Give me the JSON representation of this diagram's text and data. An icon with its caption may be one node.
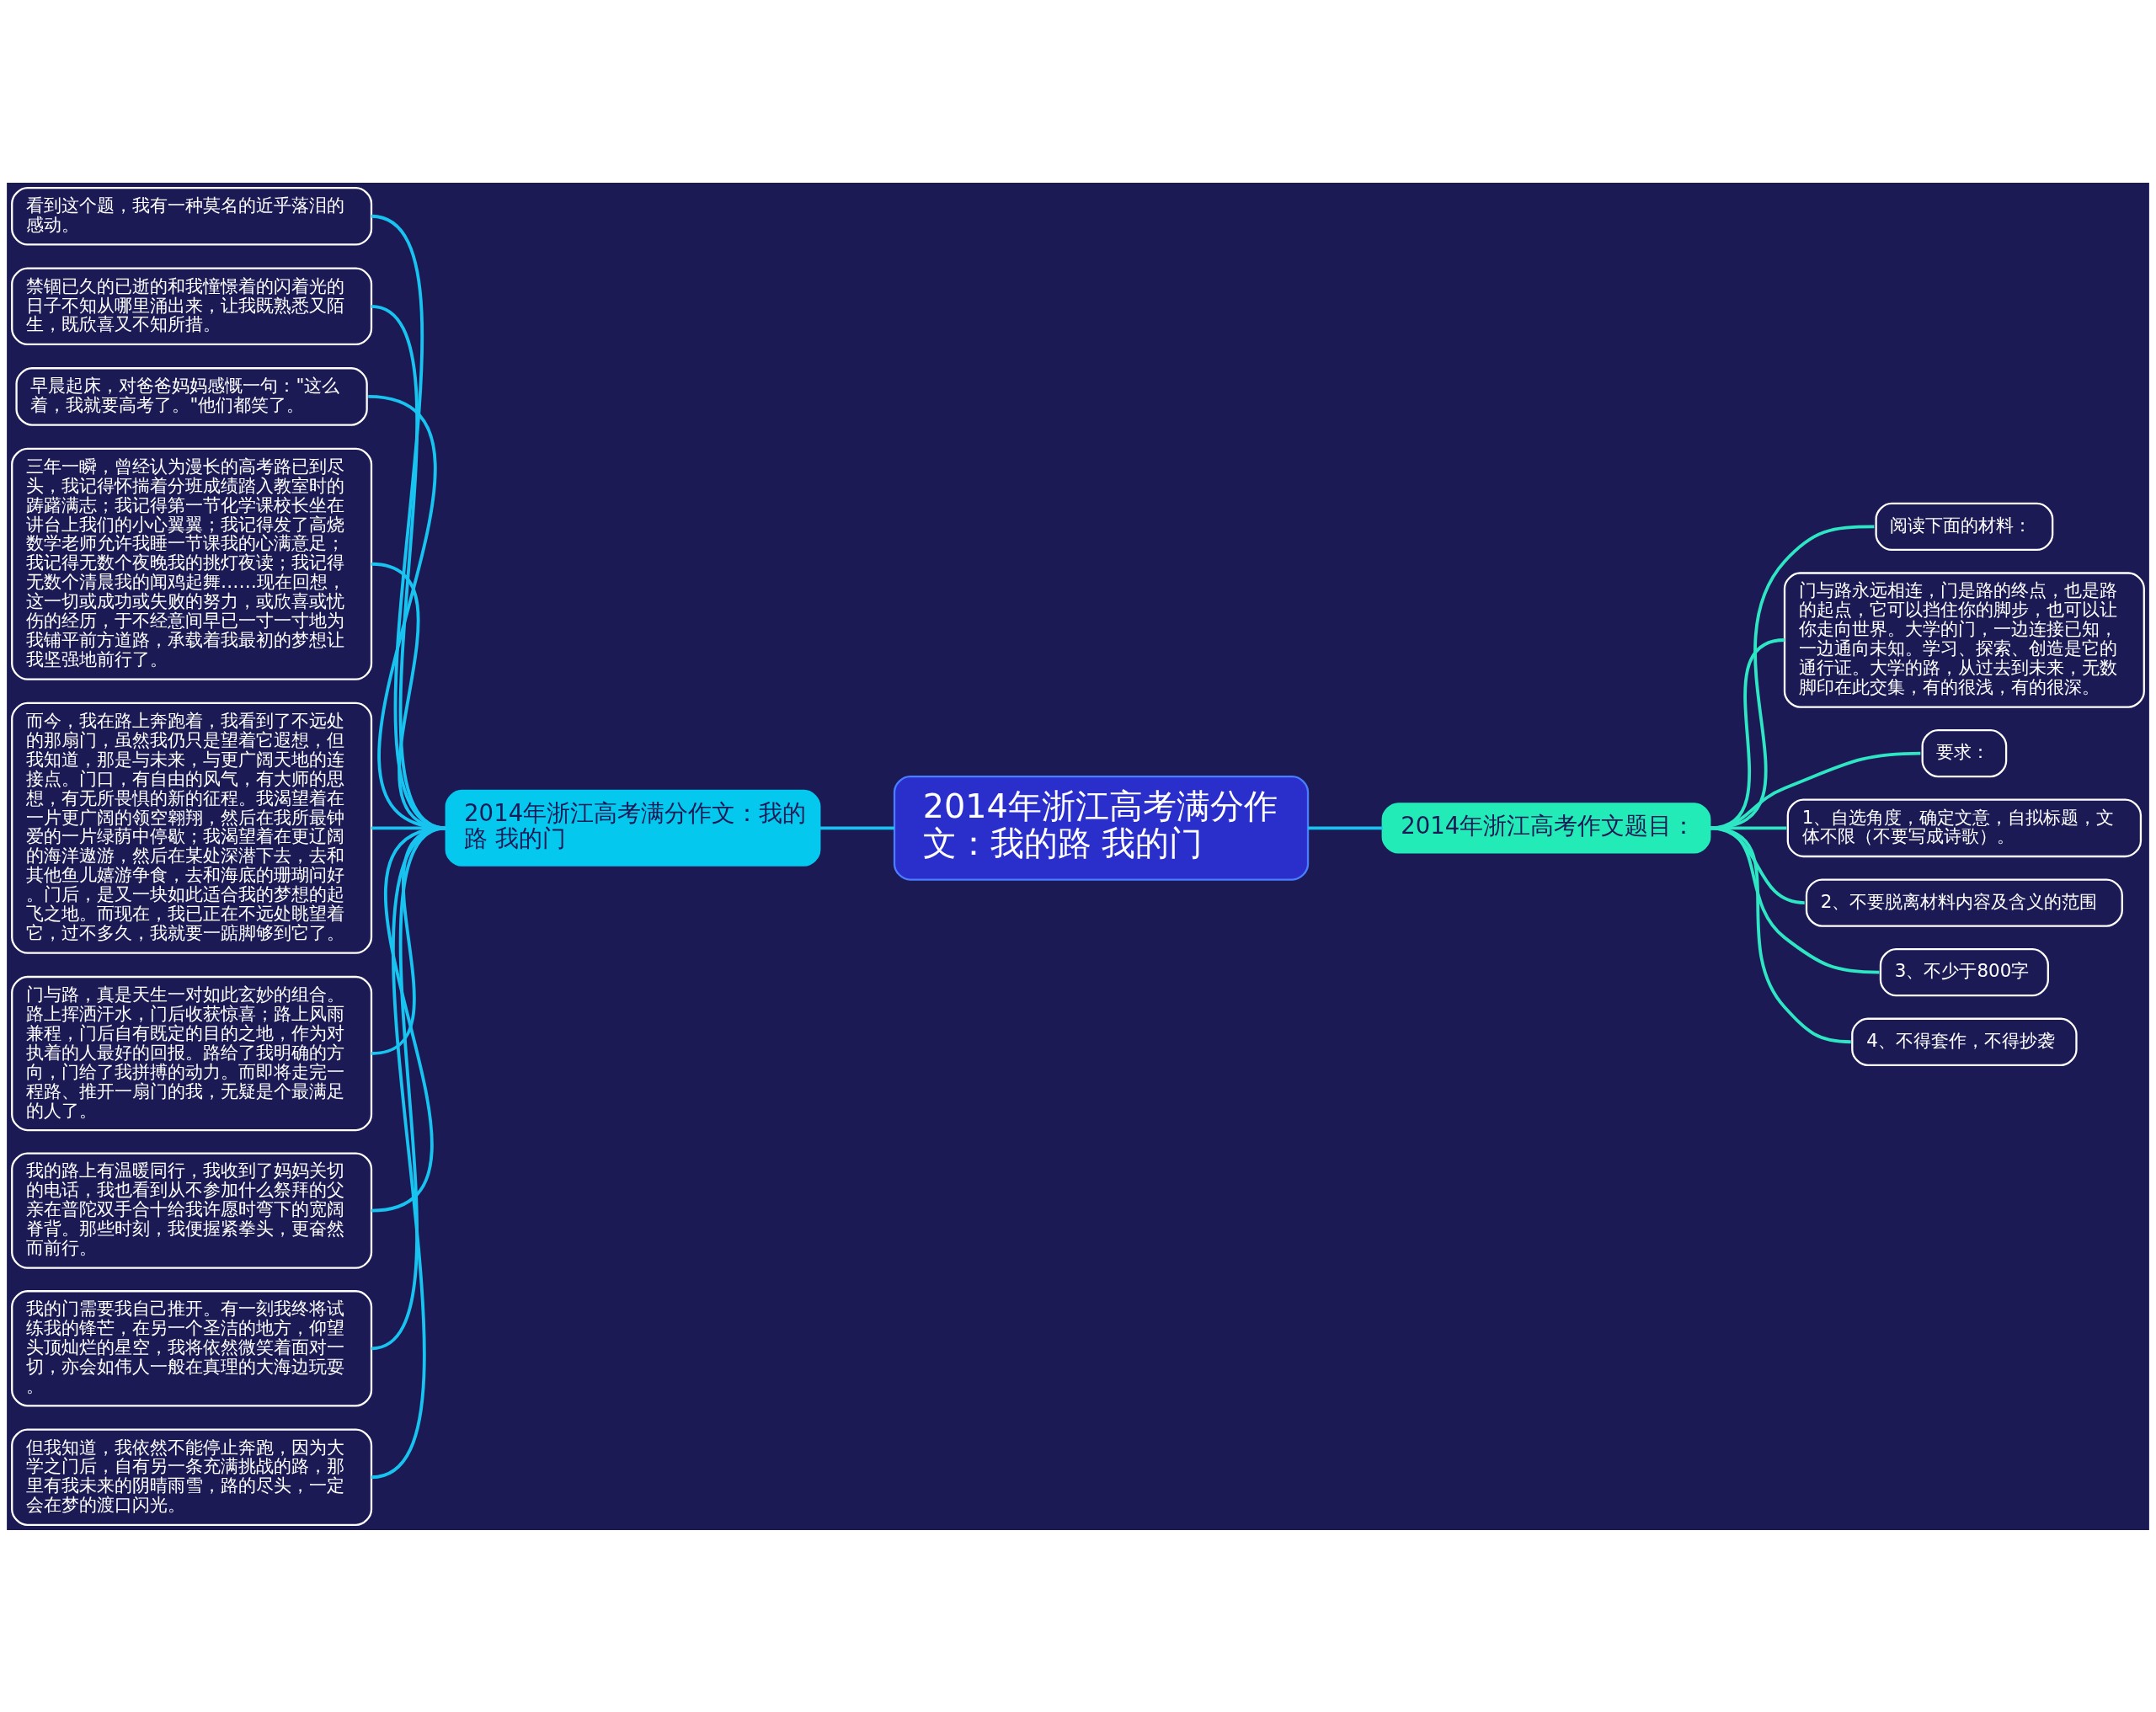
{
  "diagram": {
    "nodes": [
      {
        "text": [
          "2014年浙江高考满分作文：我的路 我的门"
        ]
      },
      {
        "text": [
          "2014年浙江高考满分作文：我的路 我的门"
        ]
      },
      {
        "text": [
          "看到这个题，我有一种莫名的近乎落泪的感动。"
        ]
      },
      {
        "text": [
          "禁锢已久的已逝的和我憧憬着的闪着光的日子不知从哪里涌出来，让我既熟悉又陌生，既欣喜又不知所措。"
        ]
      },
      {
        "text": [
          "早晨起床，对爸爸妈妈感慨一句：\"这么着，我就要高考了。\"他们都笑了。"
        ]
      },
      {
        "text": [
          "三年一瞬，曾经认为漫长的高考路已到尽头，我记得怀揣着分班成绩踏入教室时的踌躇满志；我记得第一节化学课校长坐在讲台上我们的小心翼翼；我记得发了高烧数学老师允许我睡一节课我的心满意足；我记得无数个夜晚我的挑灯夜读；我记得无数个清晨我的闻鸡起舞……现在回想，这一切或成功或失败的努力，或欣喜或忧伤的经历，于不经意间早已一寸一寸地为我铺平前方道路，承载着我最初的梦想让我坚强地前行了。"
        ]
      },
      {
        "text": [
          "而今，我在路上奔跑着，我看到了不远处的那扇门，虽然我仍只是望着它遐想，但我知道，那是与未来，与更广阔天地的连接点。门口，有自由的风气，有大师的思想，有无所畏惧的新的征程。我渴望着在一片更广阔的领空翱翔，然后在我所最钟爱的一片绿荫中停歇；我渴望着在更辽阔的海洋遨游，然后在某处深潜下去，去和其他鱼儿嬉游争食，去和海底的珊瑚问好。门后，是又一块如此适合我的梦想的起飞之地。而现在，我已正在不远处眺望着它，过不多久，我就要一踮脚够到它了。"
        ]
      },
      {
        "text": [
          "门与路，真是天生一对如此玄妙的组合。路上挥洒汗水，门后收获惊喜；路上风雨兼程，门后自有既定的目的之地，作为对执着的人最好的回报。路给了我明确的方向，门给了我拼搏的动力。而即将走完一程路、推开一扇门的我，无疑是个最满足的人了。"
        ]
      },
      {
        "text": [
          "我的路上有温暖同行，我收到了妈妈关切的电话，我也看到从不参加什么祭拜的父亲在普陀双手合十给我许愿时弯下的宽阔脊背。那些时刻，我便握紧拳头，更奋然而前行。"
        ]
      },
      {
        "text": [
          "我的门需要我自己推开。有一刻我终将试练我的锋芒，在另一个圣洁的地方，仰望头顶灿烂的星空，我将依然微笑着面对一切，亦会如伟人一般在真理的大海边玩耍。"
        ]
      },
      {
        "text": [
          "但我知道，我依然不能停止奔跑，因为大学之门后，自有另一条充满挑战的路，那里有我未来的阴晴雨雪，路的尽头，一定会在梦的渡口闪光。"
        ]
      },
      {
        "text": [
          "2014年浙江高考作文题目："
        ]
      },
      {
        "text": [
          "阅读下面的材料："
        ]
      },
      {
        "text": [
          "门与路永远相连，门是路的终点，也是路的起点，它可以挡住你的脚步，也可以让你走向世界。大学的门，一边连接已知，一边通向未知。学习、探索、创造是它的通行证。大学的路，从过去到未来，无数脚印在此交集，有的很浅，有的很深。"
        ]
      },
      {
        "text": [
          "要求："
        ]
      },
      {
        "text": [
          "1、自选角度，确定文意，自拟标题，文体不限（不要写成诗歌）。"
        ]
      },
      {
        "text": [
          "2、不要脱离材料内容及含义的范围"
        ]
      },
      {
        "text": [
          "3、不少于800字"
        ]
      },
      {
        "text": [
          "4、不得套作，不得抄袭"
        ]
      }
    ],
    "edges": [
      {
        "from": 0,
        "to": 1,
        "arrow": "none"
      },
      {
        "from": 1,
        "to": 2,
        "arrow": "none"
      },
      {
        "from": 1,
        "to": 3,
        "arrow": "none"
      },
      {
        "from": 1,
        "to": 4,
        "arrow": "none"
      },
      {
        "from": 1,
        "to": 5,
        "arrow": "none"
      },
      {
        "from": 1,
        "to": 6,
        "arrow": "none"
      },
      {
        "from": 1,
        "to": 7,
        "arrow": "none"
      },
      {
        "from": 1,
        "to": 8,
        "arrow": "none"
      },
      {
        "from": 1,
        "to": 9,
        "arrow": "none"
      },
      {
        "from": 1,
        "to": 10,
        "arrow": "none"
      },
      {
        "from": 0,
        "to": 11,
        "arrow": "none"
      },
      {
        "from": 11,
        "to": 12,
        "arrow": "none",
        "color": "#2ee6c4"
      },
      {
        "from": 11,
        "to": 13,
        "arrow": "none",
        "color": "#2ee6c4"
      },
      {
        "from": 11,
        "to": 14,
        "arrow": "none",
        "color": "#2ee6c4"
      },
      {
        "from": 11,
        "to": 15,
        "arrow": "none",
        "color": "#2ee6c4"
      },
      {
        "from": 11,
        "to": 16,
        "arrow": "none",
        "color": "#2ee6c4"
      },
      {
        "from": 11,
        "to": 17,
        "arrow": "none",
        "color": "#2ee6c4"
      },
      {
        "from": 11,
        "to": 18,
        "arrow": "none",
        "color": "#2ee6c4"
      }
    ]
  }
}
